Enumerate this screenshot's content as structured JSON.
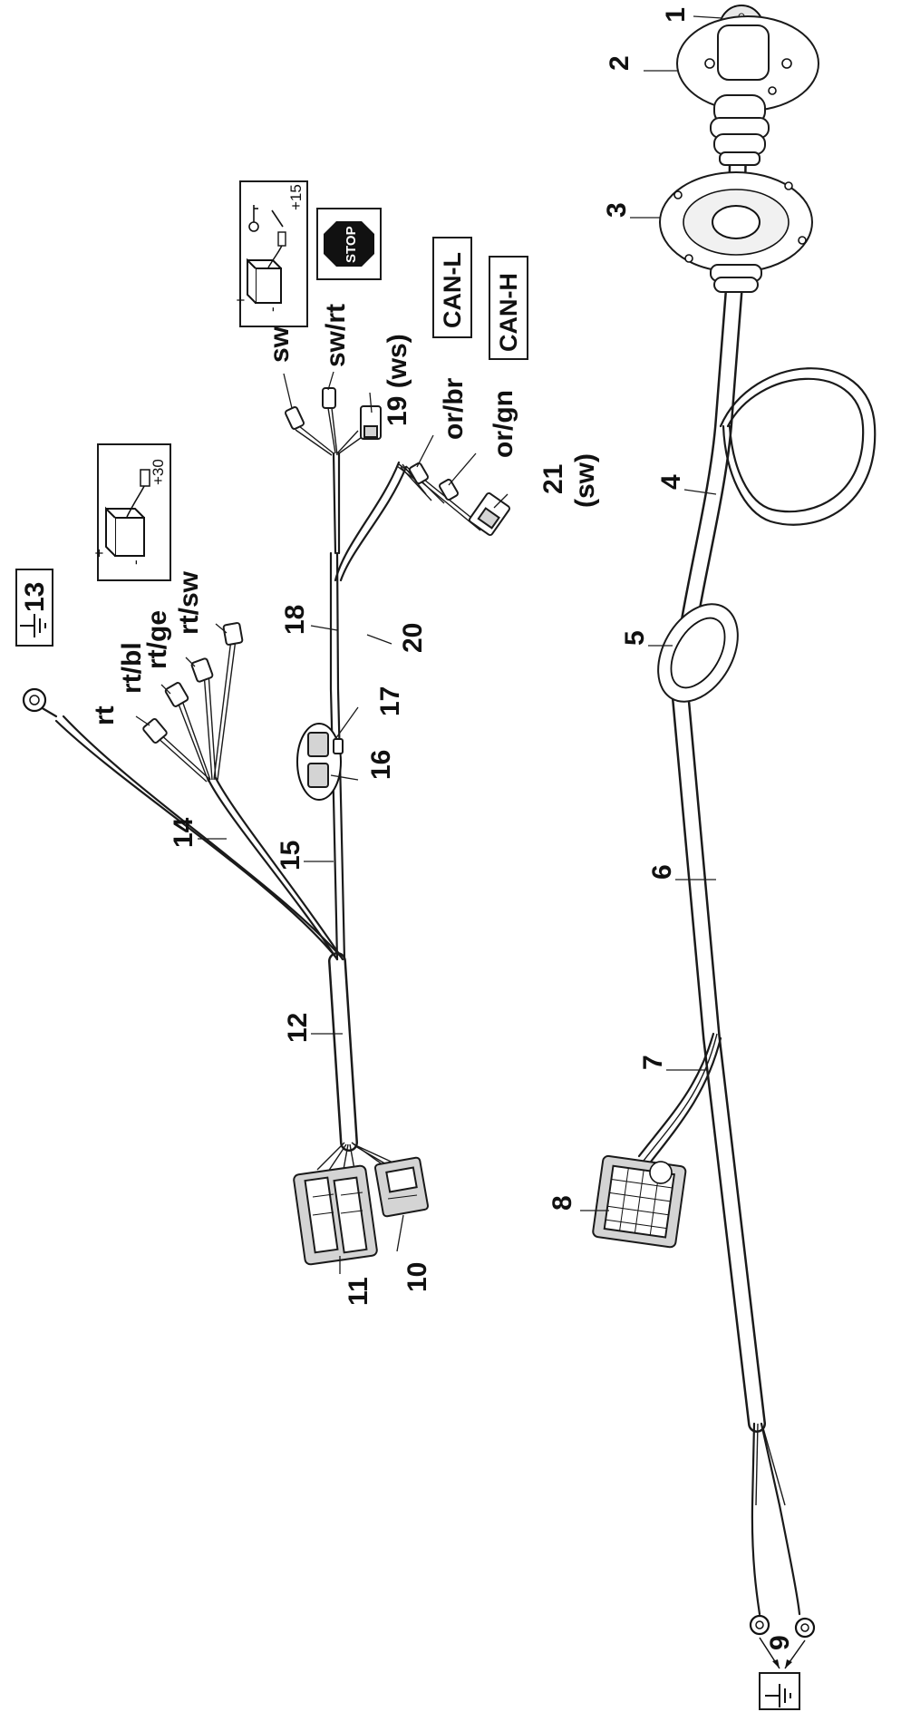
{
  "labels": {
    "p1": "1",
    "p2": "2",
    "p3": "3",
    "p4": "4",
    "p5": "5",
    "p6": "6",
    "p7": "7",
    "p8": "8",
    "p9": "9",
    "p10": "10",
    "p11": "11",
    "p12": "12",
    "p13": "13",
    "p14": "14",
    "p15": "15",
    "p16": "16",
    "p17": "17",
    "p18": "18",
    "p19": "19 (ws)",
    "p20": "20",
    "p21": "21",
    "p21_sub": "(sw)"
  },
  "wire_colors": {
    "sw": "sw",
    "sw_rt": "sw/rt",
    "or_br": "or/br",
    "or_gn": "or/gn",
    "rt": "rt",
    "rt_bl": "rt/bl",
    "rt_ge": "rt/ge",
    "rt_sw": "rt/sw"
  },
  "boxes": {
    "can_l": "CAN-L",
    "can_h": "CAN-H",
    "stop": "STOP",
    "plus15": "+15",
    "plus30": "+30"
  },
  "icons": {
    "battery": "battery-icon",
    "ignition_key": "ignition-key-icon",
    "ground": "ground-icon",
    "stop": "stop-sign-icon"
  }
}
